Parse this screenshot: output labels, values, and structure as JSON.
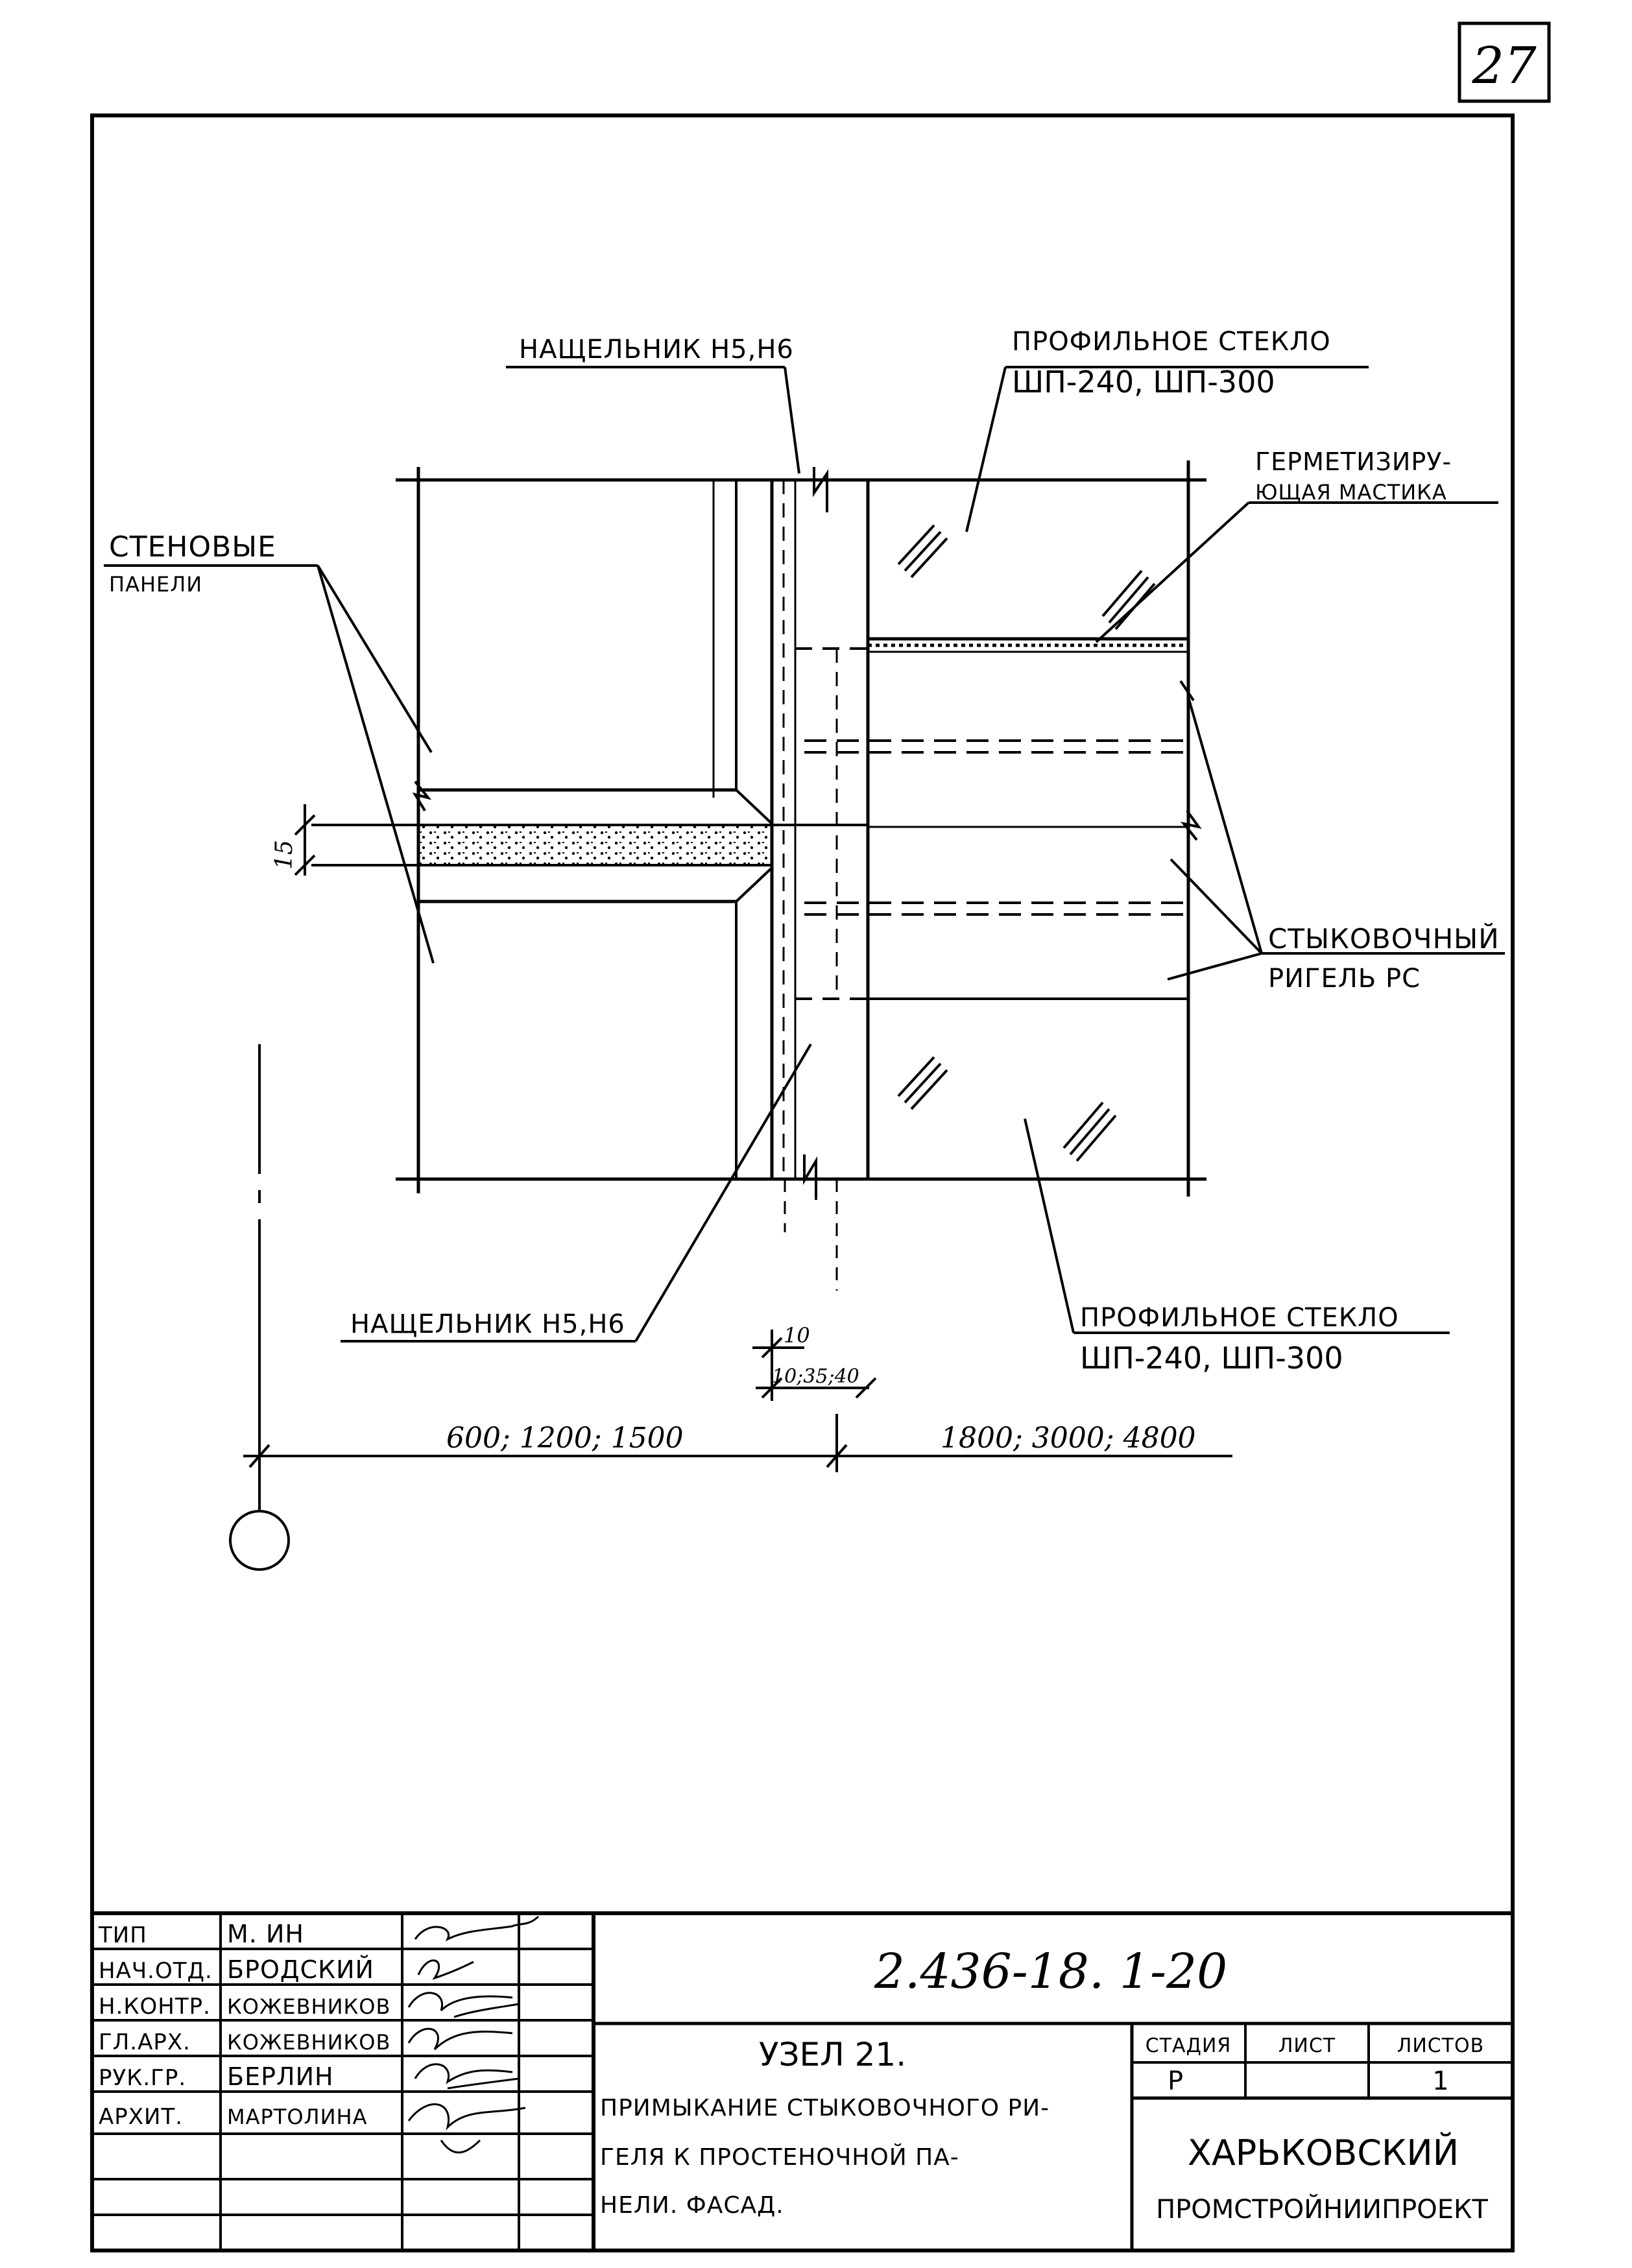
{
  "sheet_number": "27",
  "labels": {
    "batten_top": "НАЩЕЛЬНИК Н5,Н6",
    "glass_top_1": "ПРОФИЛЬНОЕ СТЕКЛО",
    "glass_top_2": "ШП-240, ШП-300",
    "sealant_1": "ГЕРМЕТИЗИРУ-",
    "sealant_2": "ЮЩАЯ МАСТИКА",
    "panels_1": "СТЕНОВЫЕ",
    "panels_2": "ПАНЕЛИ",
    "rail_1": "СТЫКОВОЧНЫЙ",
    "rail_2": "РИГЕЛЬ РС",
    "batten_bottom": "НАЩЕЛЬНИК Н5,Н6",
    "glass_bottom_1": "ПРОФИЛЬНОЕ СТЕКЛО",
    "glass_bottom_2": "ШП-240, ШП-300"
  },
  "dimensions": {
    "joint": "15",
    "gap_small": "10",
    "gap_values": "10;35;40",
    "left_span": "600; 1200; 1500",
    "right_span": "1800; 3000; 4800"
  },
  "title_block": {
    "doc_code": "2.436-18. 1-20",
    "roles": [
      "ТИП",
      "НАЧ.ОТД.",
      "Н.КОНТР.",
      "ГЛ.АРХ.",
      "РУК.ГР.",
      "АРХИТ."
    ],
    "names": [
      "М.  ИН",
      "БРОДСКИЙ",
      "КОЖЕВНИКОВ",
      "КОЖЕВНИКОВ",
      "БЕРЛИН",
      "МАРТОЛИНА"
    ],
    "node_title": "УЗЕЛ 21.",
    "description_1": "ПРИМЫКАНИЕ СТЫКОВОЧНОГО РИ-",
    "description_2": "ГЕЛЯ К ПРОСТЕНОЧНОЙ ПА-",
    "description_3": "НЕЛИ. ФАСАД.",
    "stage_header": "СТАДИЯ",
    "sheet_header": "ЛИСТ",
    "sheets_header": "ЛИСТОВ",
    "stage_value": "Р",
    "sheet_value": "",
    "sheets_value": "1",
    "org_1": "ХАРЬКОВСКИЙ",
    "org_2": "ПРОМСТРОЙНИИПРОЕКТ"
  }
}
